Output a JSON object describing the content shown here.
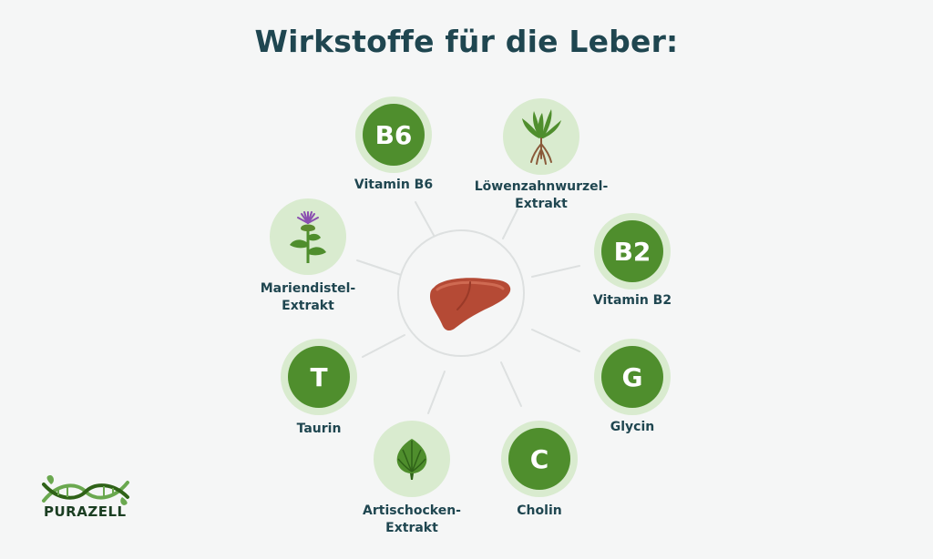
{
  "title": "Wirkstoffe für die Leber:",
  "center": {
    "icon": "liver-icon"
  },
  "nodes": {
    "vitamin_b6": {
      "symbol": "B6",
      "label": "Vitamin B6"
    },
    "loewenzahn": {
      "icon": "dandelion-root-icon",
      "label_line1": "Löwenzahnwurzel-",
      "label_line2": "Extrakt"
    },
    "vitamin_b2": {
      "symbol": "B2",
      "label": "Vitamin B2"
    },
    "glycin": {
      "symbol": "G",
      "label": "Glycin"
    },
    "cholin": {
      "symbol": "C",
      "label": "Cholin"
    },
    "artischocke": {
      "icon": "artichoke-icon",
      "label_line1": "Artischocken-",
      "label_line2": "Extrakt"
    },
    "taurin": {
      "symbol": "T",
      "label": "Taurin"
    },
    "mariendistel": {
      "icon": "milk-thistle-icon",
      "label_line1": "Mariendistel-",
      "label_line2": "Extrakt"
    }
  },
  "logo": {
    "text": "PURAZELL",
    "icon": "dna-leaf-logo-icon"
  },
  "colors": {
    "title": "#1f4650",
    "disc": "#4f8e2d",
    "ring": "#d9ebcf",
    "liver": "#b54a35"
  }
}
